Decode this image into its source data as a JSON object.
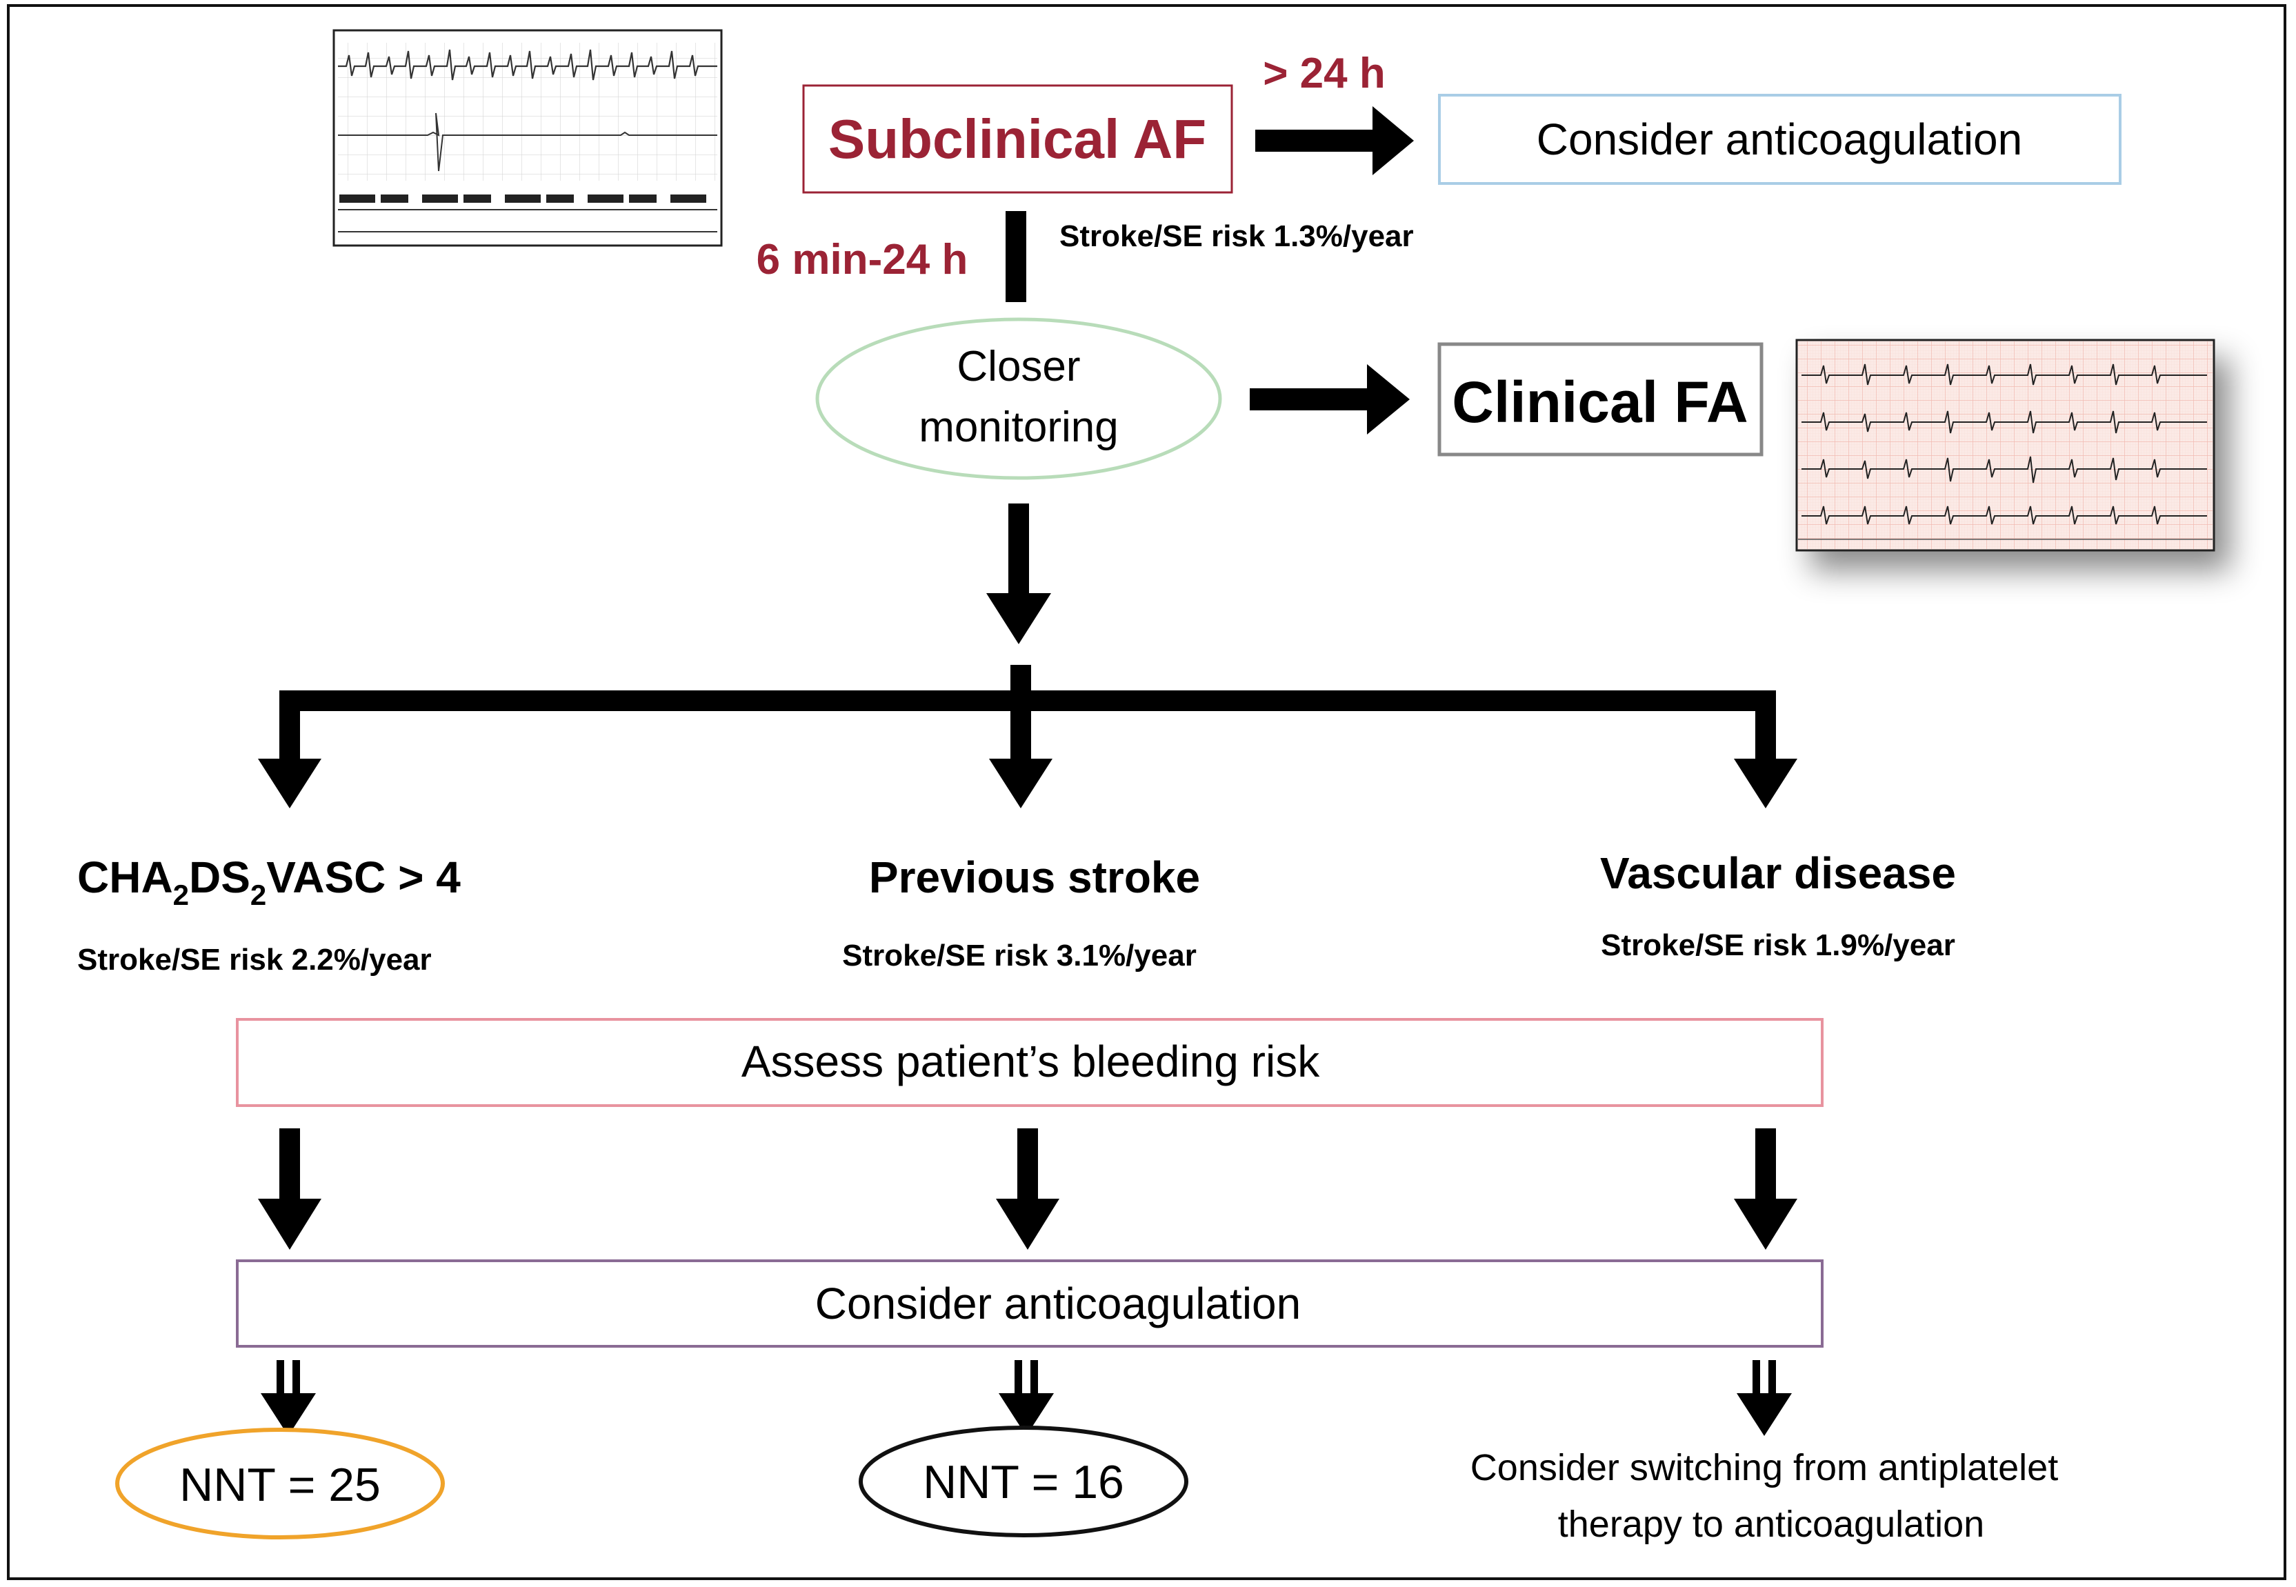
{
  "colors": {
    "crimson": "#9b2335",
    "blue_box": "#a9cde6",
    "green_ellipse": "#b8dcb9",
    "gray_box": "#888888",
    "pink_box": "#e8939f",
    "purple_box": "#8a6b94",
    "orange_ellipse": "#f0a32a",
    "black": "#000000"
  },
  "top": {
    "subclinical": "Subclinical AF",
    "duration_long": "> 24 h",
    "anticoag_top": "Consider anticoagulation",
    "risk_top": "Stroke/SE risk 1.3%/year",
    "duration_short": "6 min-24 h",
    "monitoring_l1": "Closer",
    "monitoring_l2": "monitoring",
    "clinical": "Clinical FA"
  },
  "branches": {
    "left_title_parts": [
      "CHA",
      "2",
      "DS",
      "2",
      "VASC > 4"
    ],
    "left_risk": "Stroke/SE risk 2.2%/year",
    "mid_title": "Previous stroke",
    "mid_risk": "Stroke/SE risk 3.1%/year",
    "right_title": "Vascular disease",
    "right_risk": "Stroke/SE risk 1.9%/year"
  },
  "bleeding": "Assess patient’s bleeding risk",
  "anticoag_bottom": "Consider anticoagulation",
  "outcomes": {
    "left": "NNT = 25",
    "mid": "NNT = 16",
    "right_l1": "Consider switching from antiplatelet",
    "right_l2": "therapy to anticoagulation"
  },
  "icons": {
    "ecg_top": "ecg-strip-icon",
    "ecg_right": "ecg-12-lead-icon"
  }
}
